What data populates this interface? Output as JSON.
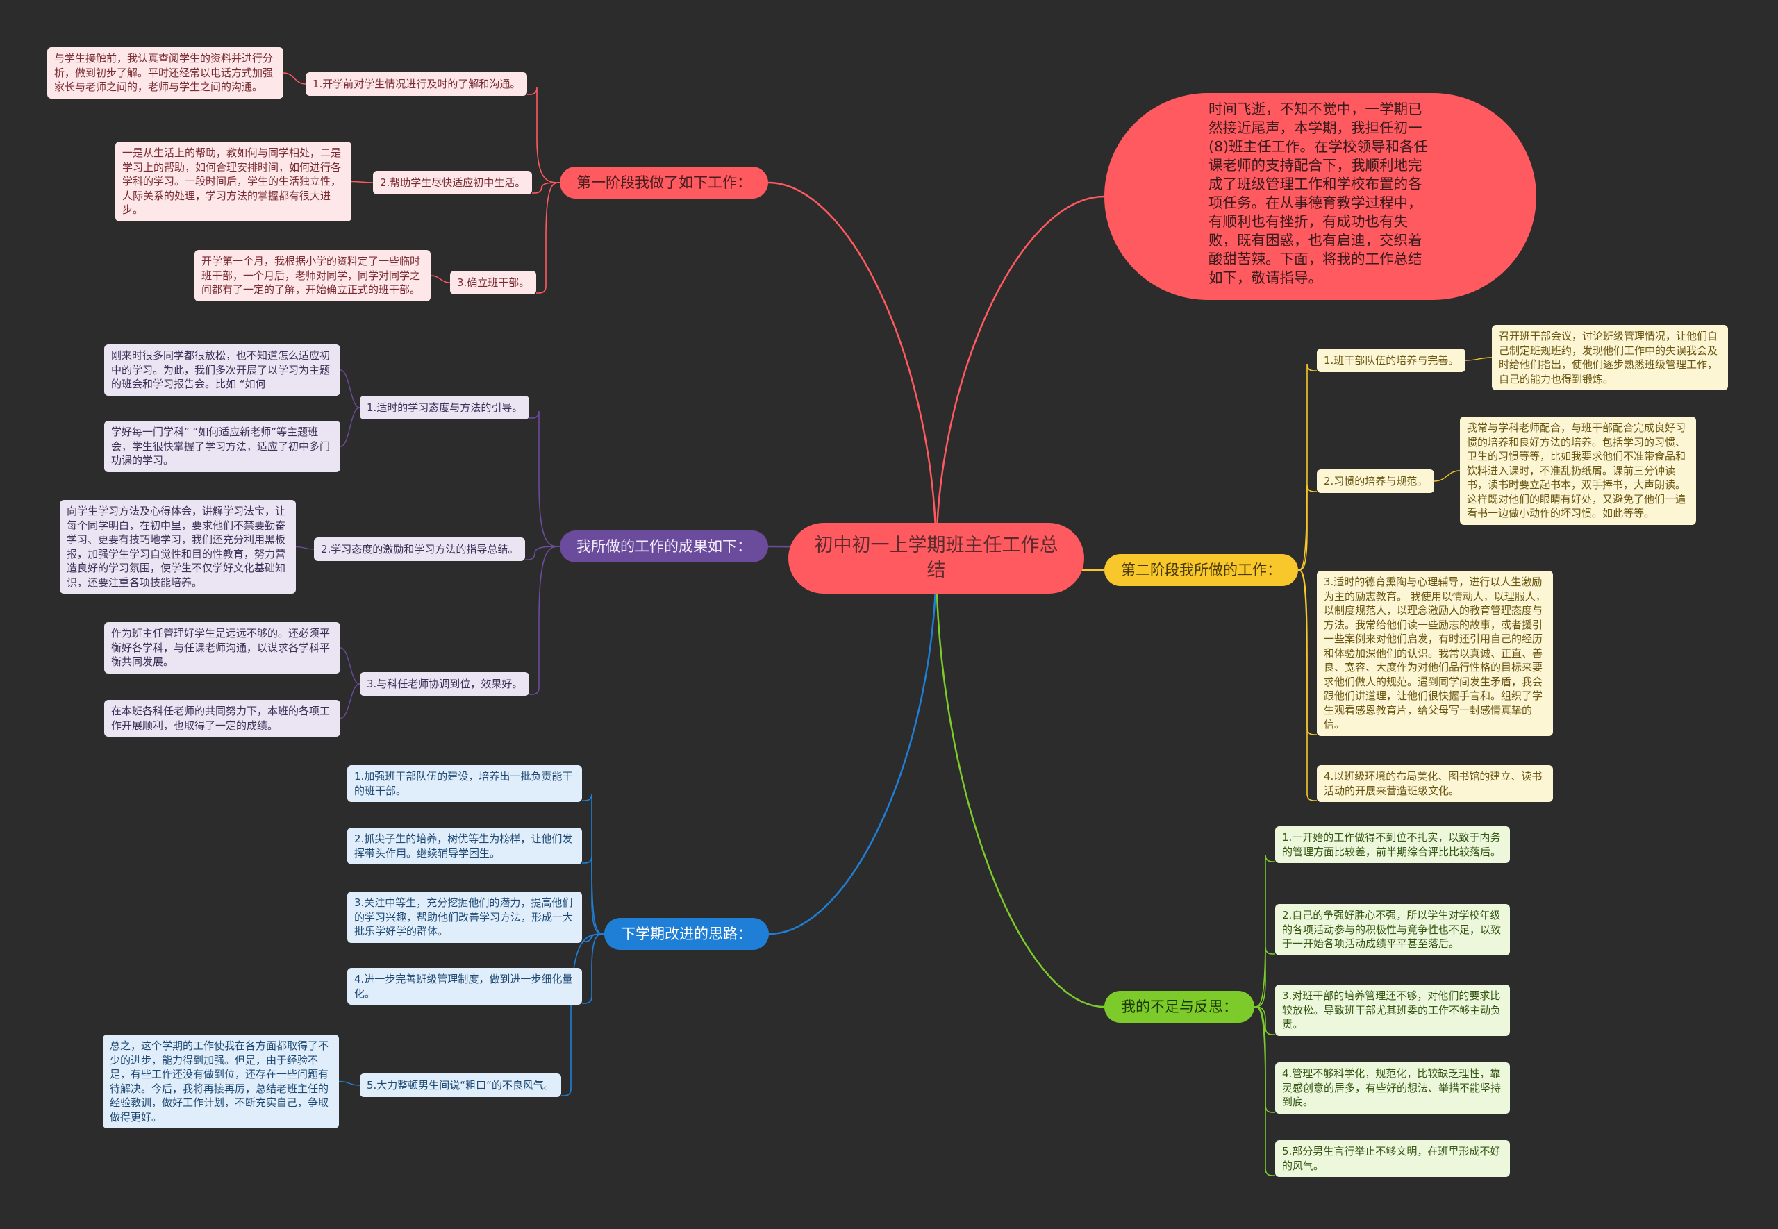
{
  "root": "初中初一上学期班主任工作总结",
  "intro": "时间飞逝，不知不觉中，一学期已然接近尾声，本学期，我担任初一(8)班主任工作。在学校领导和各任课老师的支持配合下，我顺利地完成了班级管理工作和学校布置的各项任务。在从事德育教学过程中，有顺利也有挫折，有成功也有失败，既有困惑，也有启迪，交织着酸甜苦辣。下面，将我的工作总结如下，敬请指导。",
  "branches": {
    "stage1": {
      "label": "第一阶段我做了如下工作：",
      "items": [
        {
          "label": "1.开学前对学生情况进行及时的了解和沟通。",
          "detail": "与学生接触前，我认真查阅学生的资料并进行分析，做到初步了解。平时还经常以电话方式加强家长与老师之间的，老师与学生之间的沟通。"
        },
        {
          "label": "2.帮助学生尽快适应初中生活。",
          "detail": "一是从生活上的帮助，教如何与同学相处，二是学习上的帮助，如何合理安排时间，如何进行各学科的学习。一段时间后，学生的生活独立性，人际关系的处理，学习方法的掌握都有很大进步。"
        },
        {
          "label": "3.确立班干部。",
          "detail": "开学第一个月，我根据小学的资料定了一些临时班干部，一个月后，老师对同学，同学对同学之间都有了一定的了解，开始确立正式的班干部。"
        }
      ]
    },
    "results": {
      "label": "我所做的工作的成果如下：",
      "items": [
        {
          "label": "1.适时的学习态度与方法的引导。",
          "details": [
            "刚来时很多同学都很放松，也不知道怎么适应初中的学习。为此，我们多次开展了以学习为主题的班会和学习报告会。比如 “如何",
            "学好每一门学科” “如何适应新老师”等主题班会，学生很快掌握了学习方法，适应了初中多门功课的学习。"
          ]
        },
        {
          "label": "2.学习态度的激励和学习方法的指导总结。",
          "details": [
            "向学生学习方法及心得体会，讲解学习法宝，让每个同学明白，在初中里，要求他们不禁要勤奋学习、更要有技巧地学习，我们还充分利用黑板报，加强学生学习自觉性和目的性教育，努力营造良好的学习氛围，使学生不仅学好文化基础知识，还要注重各项技能培养。"
          ]
        },
        {
          "label": "3.与科任老师协调到位，效果好。",
          "details": [
            "作为班主任管理好学生是远远不够的。还必须平衡好各学科，与任课老师沟通，以谋求各学科平衡共同发展。",
            "在本班各科任老师的共同努力下，本班的各项工作开展顺利，也取得了一定的成绩。"
          ]
        }
      ]
    },
    "next": {
      "label": "下学期改进的思路：",
      "items": [
        {
          "label": "1.加强班干部队伍的建设，培养出一批负责能干的班干部。"
        },
        {
          "label": "2.抓尖子生的培养，树优等生为榜样，让他们发挥带头作用。继续辅导学困生。"
        },
        {
          "label": "3.关注中等生，充分挖掘他们的潜力，提高他们的学习兴趣，帮助他们改善学习方法，形成一大批乐学好学的群体。"
        },
        {
          "label": "4.进一步完善班级管理制度，做到进一步细化量化。"
        },
        {
          "label": "5.大力整顿男生间说“粗口”的不良风气。",
          "detail": "总之，这个学期的工作使我在各方面都取得了不少的进步，能力得到加强。但是，由于经验不足，有些工作还没有做到位，还存在一些问题有待解决。今后，我将再接再厉，总结老班主任的经验教训，做好工作计划，不断充实自己，争取做得更好。"
        }
      ]
    },
    "stage2": {
      "label": "第二阶段我所做的工作：",
      "items": [
        {
          "label": "1.班干部队伍的培养与完善。",
          "detail": "召开班干部会议，讨论班级管理情况，让他们自己制定班规班约，发现他们工作中的失误我会及时给他们指出，使他们逐步熟悉班级管理工作，自己的能力也得到锻炼。"
        },
        {
          "label": "2.习惯的培养与规范。",
          "detail": "我常与学科老师配合，与班干部配合完成良好习惯的培养和良好方法的培养。包括学习的习惯、卫生的习惯等等，比如我要求他们不准带食品和饮料进入课时，不准乱扔纸屑。课前三分钟读书，读书时要立起书本，双手捧书，大声朗读。这样既对他们的眼睛有好处，又避免了他们一遍看书一边做小动作的坏习惯。如此等等。"
        },
        {
          "label": "3.适时的德育熏陶与心理辅导，进行以人生激励为主的励志教育。 我使用以情动人，以理服人，以制度规范人，以理念激励人的教育管理态度与方法。我常给他们读一些励志的故事，或者援引一些案例来对他们启发，有时还引用自己的经历和体验加深他们的认识。我常以真诚、正直、善良、宽容、大度作为对他们品行性格的目标来要求他们做人的规范。遇到同学间发生矛盾，我会跟他们讲道理，让他们很快握手言和。组织了学生观看感恩教育片，给父母写一封感情真挚的信。"
        },
        {
          "label": "4.以班级环境的布局美化、图书馆的建立、读书活动的开展来营造班级文化。"
        }
      ]
    },
    "reflection": {
      "label": "我的不足与反思：",
      "items": [
        {
          "label": "1.一开始的工作做得不到位不扎实，以致于内务的管理方面比较差，前半期综合评比比较落后。"
        },
        {
          "label": "2.自己的争强好胜心不强，所以学生对学校年级的各项活动参与的积极性与竞争性也不足，以致于一开始各项活动成绩平平甚至落后。"
        },
        {
          "label": "3.对班干部的培养管理还不够，对他们的要求比较放松。导致班干部尤其班委的工作不够主动负责。"
        },
        {
          "label": "4.管理不够科学化，规范化，比较缺乏理性，靠灵感创意的居多，有些好的想法、举措不能坚持到底。"
        },
        {
          "label": "5.部分男生言行举止不够文明，在班里形成不好的风气。"
        }
      ]
    }
  },
  "colors": {
    "background": "#2c2c2c",
    "red": "#ff5a5f",
    "purple": "#6b4b9b",
    "blue": "#1f7fd6",
    "yellow": "#f7c72b",
    "green": "#7ccb2a"
  }
}
